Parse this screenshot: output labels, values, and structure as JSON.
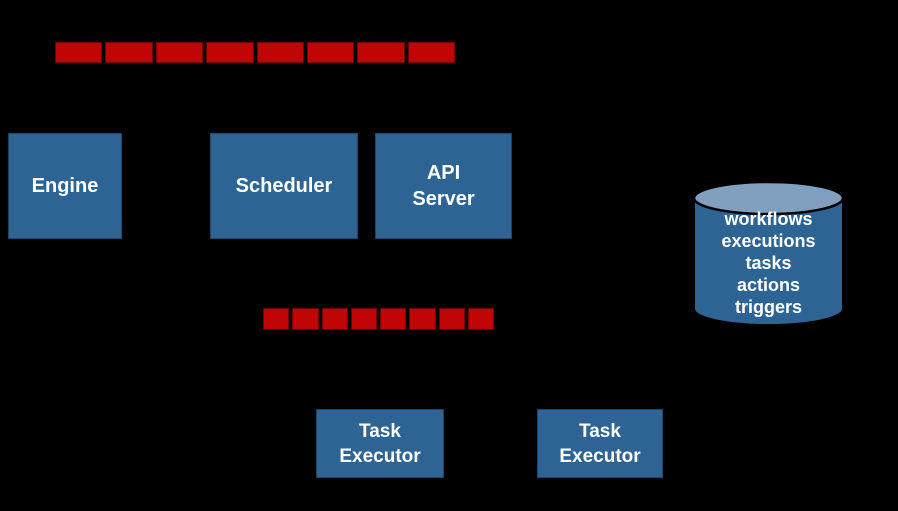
{
  "diagram": {
    "background": "#000000",
    "colors": {
      "box_fill": "#2e6493",
      "box_border": "#1c4668",
      "queue_fill": "#c00505",
      "queue_border": "#6e0000",
      "cylinder_body": "#2e6493",
      "cylinder_top": "#81a0c0",
      "cylinder_outline": "#000000",
      "label_text": "#ffffff"
    },
    "queues": {
      "top": {
        "segments": 8
      },
      "middle": {
        "segments": 8
      }
    },
    "components": {
      "engine": {
        "label": "Engine"
      },
      "scheduler": {
        "label": "Scheduler"
      },
      "api_server": {
        "label": "API\nServer"
      },
      "task_executor_1": {
        "label": "Task\nExecutor"
      },
      "task_executor_2": {
        "label": "Task\nExecutor"
      }
    },
    "datastore": {
      "items": [
        "workflows",
        "executions",
        "tasks",
        "actions",
        "triggers"
      ]
    }
  }
}
